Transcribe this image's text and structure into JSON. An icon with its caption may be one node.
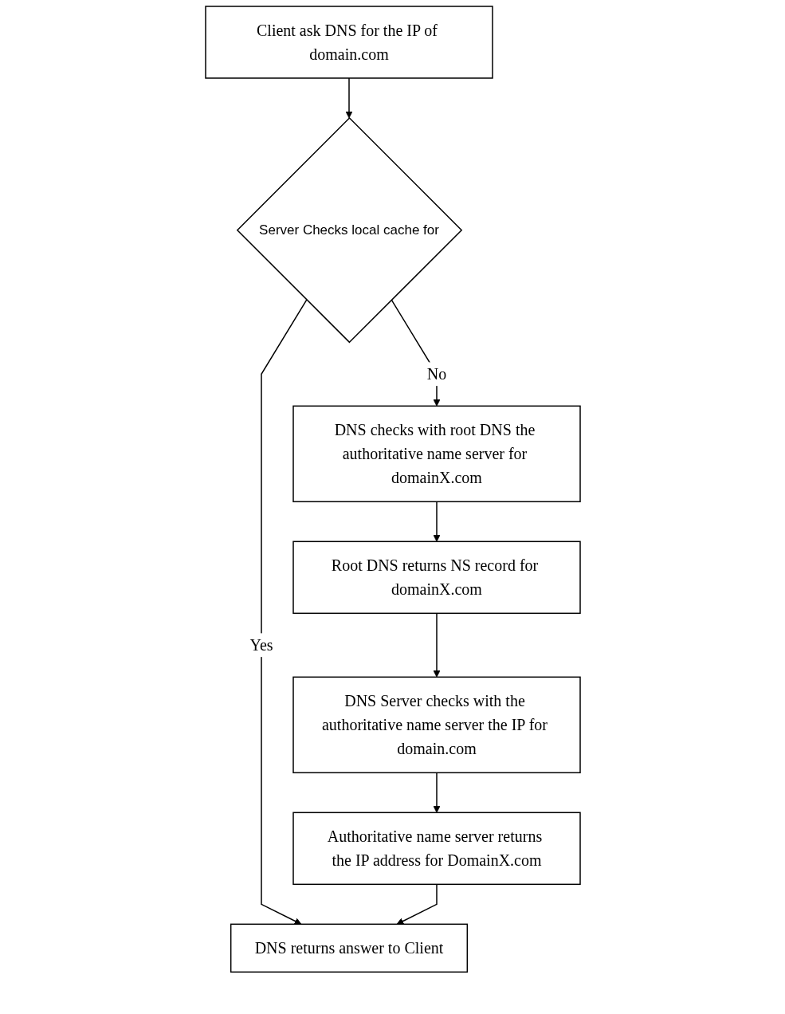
{
  "diagram": {
    "nodes": [
      {
        "text": [
          "Client ask DNS for the IP of domain.com"
        ]
      },
      {
        "text": [
          "Server Checks local cache for"
        ]
      },
      {
        "text": [
          "DNS returns answer to Client"
        ]
      },
      {
        "text": [
          "DNS checks with root DNS the authoritative name server for domainX.com"
        ]
      },
      {
        "text": [
          "Root DNS returns NS record for domainX.com"
        ]
      },
      {
        "text": [
          "DNS Server checks with the authoritative name server the IP for domain.com"
        ]
      },
      {
        "text": [
          "Authoritative name server returns the IP address for DomainX.com"
        ]
      }
    ],
    "edges": [
      {
        "from": 0,
        "to": 1,
        "arrow": "to"
      },
      {
        "from": 1,
        "to": 2,
        "arrow": "to",
        "label": "Yes"
      },
      {
        "from": 1,
        "to": 3,
        "arrow": "to",
        "label": "No"
      },
      {
        "from": 3,
        "to": 4,
        "arrow": "to"
      },
      {
        "from": 4,
        "to": 5,
        "arrow": "to"
      },
      {
        "from": 5,
        "to": 6,
        "arrow": "to"
      },
      {
        "from": 6,
        "to": 2,
        "arrow": "to"
      }
    ]
  }
}
